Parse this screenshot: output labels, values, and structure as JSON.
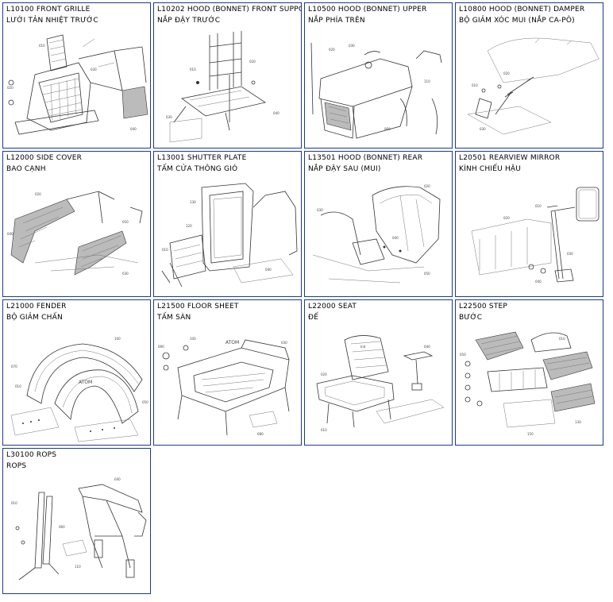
{
  "parts": [
    {
      "code": "L10100 FRONT GRILLE",
      "name": "LƯỚI TẢN NHIỆT TRƯỚC"
    },
    {
      "code": "L10202 HOOD (BONNET) FRONT SUPPO",
      "name": "NẮP ĐẬY TRƯỚC"
    },
    {
      "code": "L10500 HOOD (BONNET) UPPER",
      "name": "NẮP PHÍA TRÊN"
    },
    {
      "code": "L10800 HOOD (BONNET) DAMPER",
      "name": "BỘ GIẢM XÓC MUI (NẮP CA-PÔ)"
    },
    {
      "code": "L12000 SIDE COVER",
      "name": "BAO CẠNH"
    },
    {
      "code": "L13001 SHUTTER PLATE",
      "name": "TẤM CỬA THÔNG GIÓ"
    },
    {
      "code": "L13501 HOOD (BONNET) REAR",
      "name": "NẮP ĐẬY SAU (MUI)"
    },
    {
      "code": "L20501 REARVIEW MIRROR",
      "name": "KÍNH CHIẾU HẬU"
    },
    {
      "code": "L21000 FENDER",
      "name": "BỘ GIẢM CHẤN"
    },
    {
      "code": "L21500 FLOOR SHEET",
      "name": "TẤM SÀN"
    },
    {
      "code": "L22000 SEAT",
      "name": "ĐẾ"
    },
    {
      "code": "L22500 STEP",
      "name": "BƯỚC"
    },
    {
      "code": "L30100 ROPS",
      "name": "ROPS"
    }
  ],
  "colors": {
    "border": "#1c3a8c",
    "text": "#000000"
  }
}
